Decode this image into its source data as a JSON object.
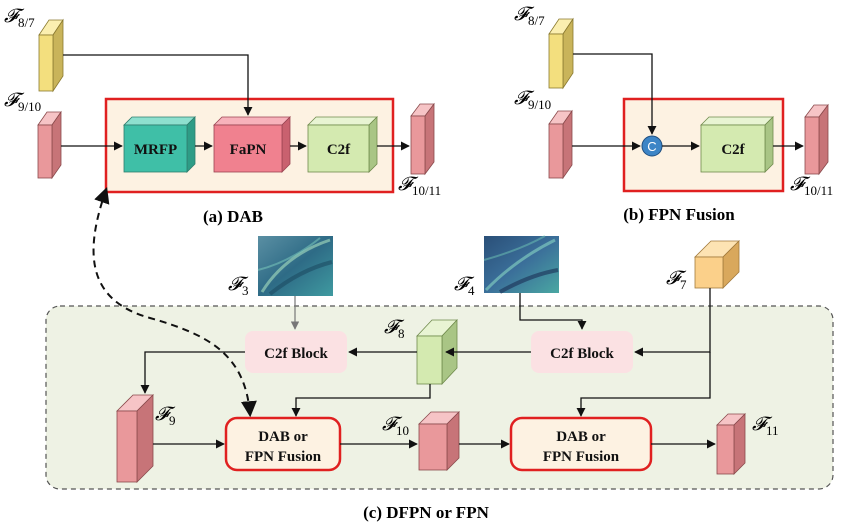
{
  "captions": {
    "dab": "(a) DAB",
    "fpn_fusion": "(b) FPN Fusion",
    "dfpn": "(c) DFPN or FPN"
  },
  "dab_panel": {
    "in_top": "8/7",
    "in_left": "9/10",
    "out": "10/11",
    "mrfp": "MRFP",
    "fapn": "FaPN",
    "c2f": "C2f"
  },
  "fpn_panel": {
    "in_top": "8/7",
    "in_left": "9/10",
    "out": "10/11",
    "concat": "C",
    "c2f": "C2f"
  },
  "dfpn_panel": {
    "f3": "3",
    "f4": "4",
    "f7": "7",
    "f8": "8",
    "f9": "9",
    "f10": "10",
    "f11": "11",
    "c2f_block_1": "C2f Block",
    "c2f_block_2": "C2f Block",
    "dab_or_1": "DAB or",
    "fusion_1": "FPN Fusion",
    "dab_or_2": "DAB or",
    "fusion_2": "FPN Fusion"
  },
  "symbol": "𝓕",
  "colors": {
    "red_border": "#e02020",
    "panel_fill": "#fdf2e2",
    "dfpn_bg": "#eef2e4",
    "yellow": "#f3df7e",
    "pink": "#e9989b",
    "teal": "#3fbfa7",
    "fapn": "#f0818f",
    "c2f_green": "#d4eab0",
    "orange": "#fbd08a",
    "block_pink": "#fbe1e3",
    "concat_blue": "#3d85c6"
  }
}
